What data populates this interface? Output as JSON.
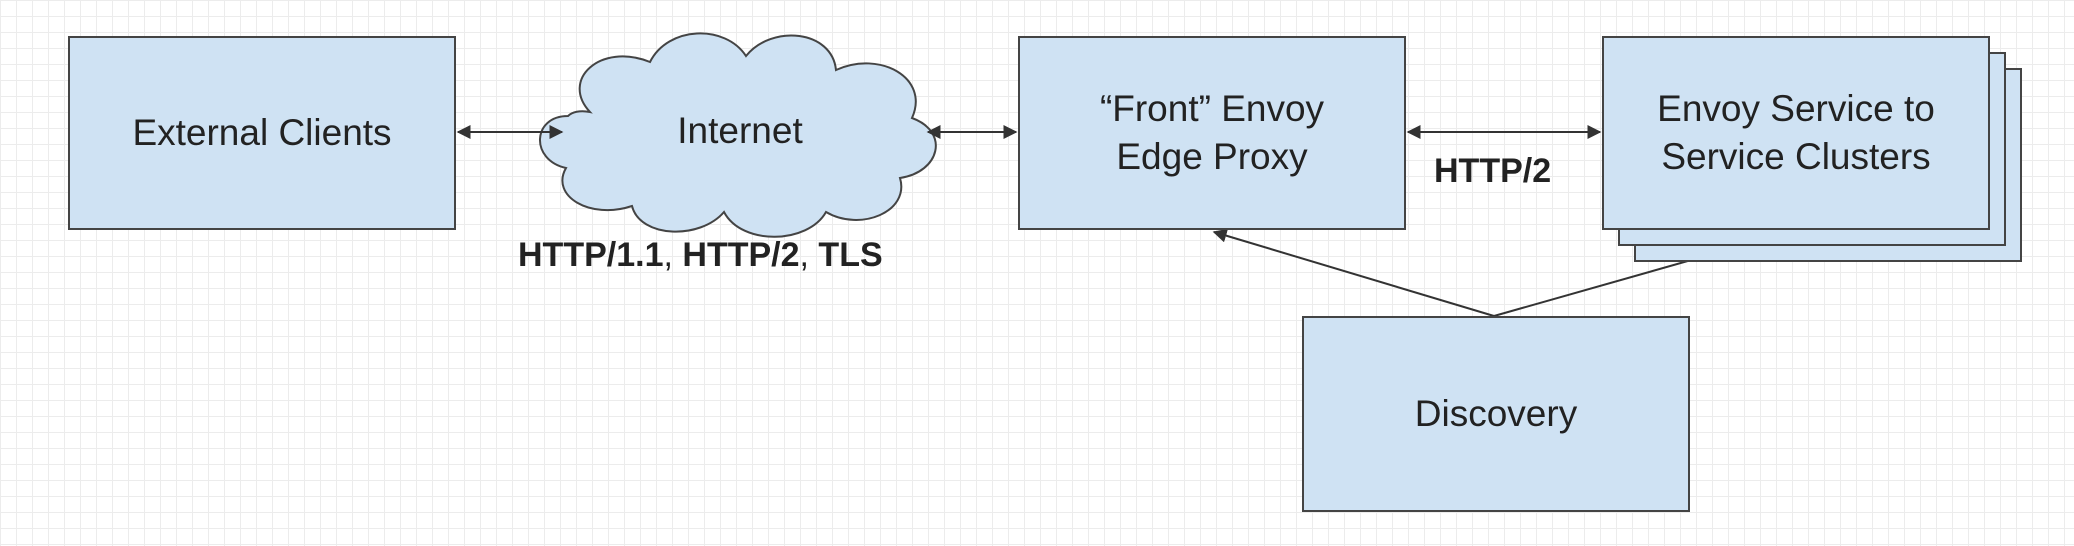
{
  "nodes": {
    "external_clients": {
      "label": "External Clients"
    },
    "internet": {
      "label": "Internet"
    },
    "front_envoy": {
      "label": "“Front” Envoy\nEdge Proxy"
    },
    "service_clusters": {
      "label": "Envoy Service to\nService Clusters"
    },
    "discovery": {
      "label": "Discovery"
    }
  },
  "edge_labels": {
    "internet_protocols": {
      "part1": "HTTP/1.1",
      "sep1": ", ",
      "part2": "HTTP/2",
      "sep2": ", ",
      "part3": "TLS"
    },
    "service_protocol": "HTTP/2"
  },
  "colors": {
    "box_fill": "#cfe2f3",
    "box_border": "#444444",
    "line": "#333333",
    "grid": "#ececec"
  }
}
